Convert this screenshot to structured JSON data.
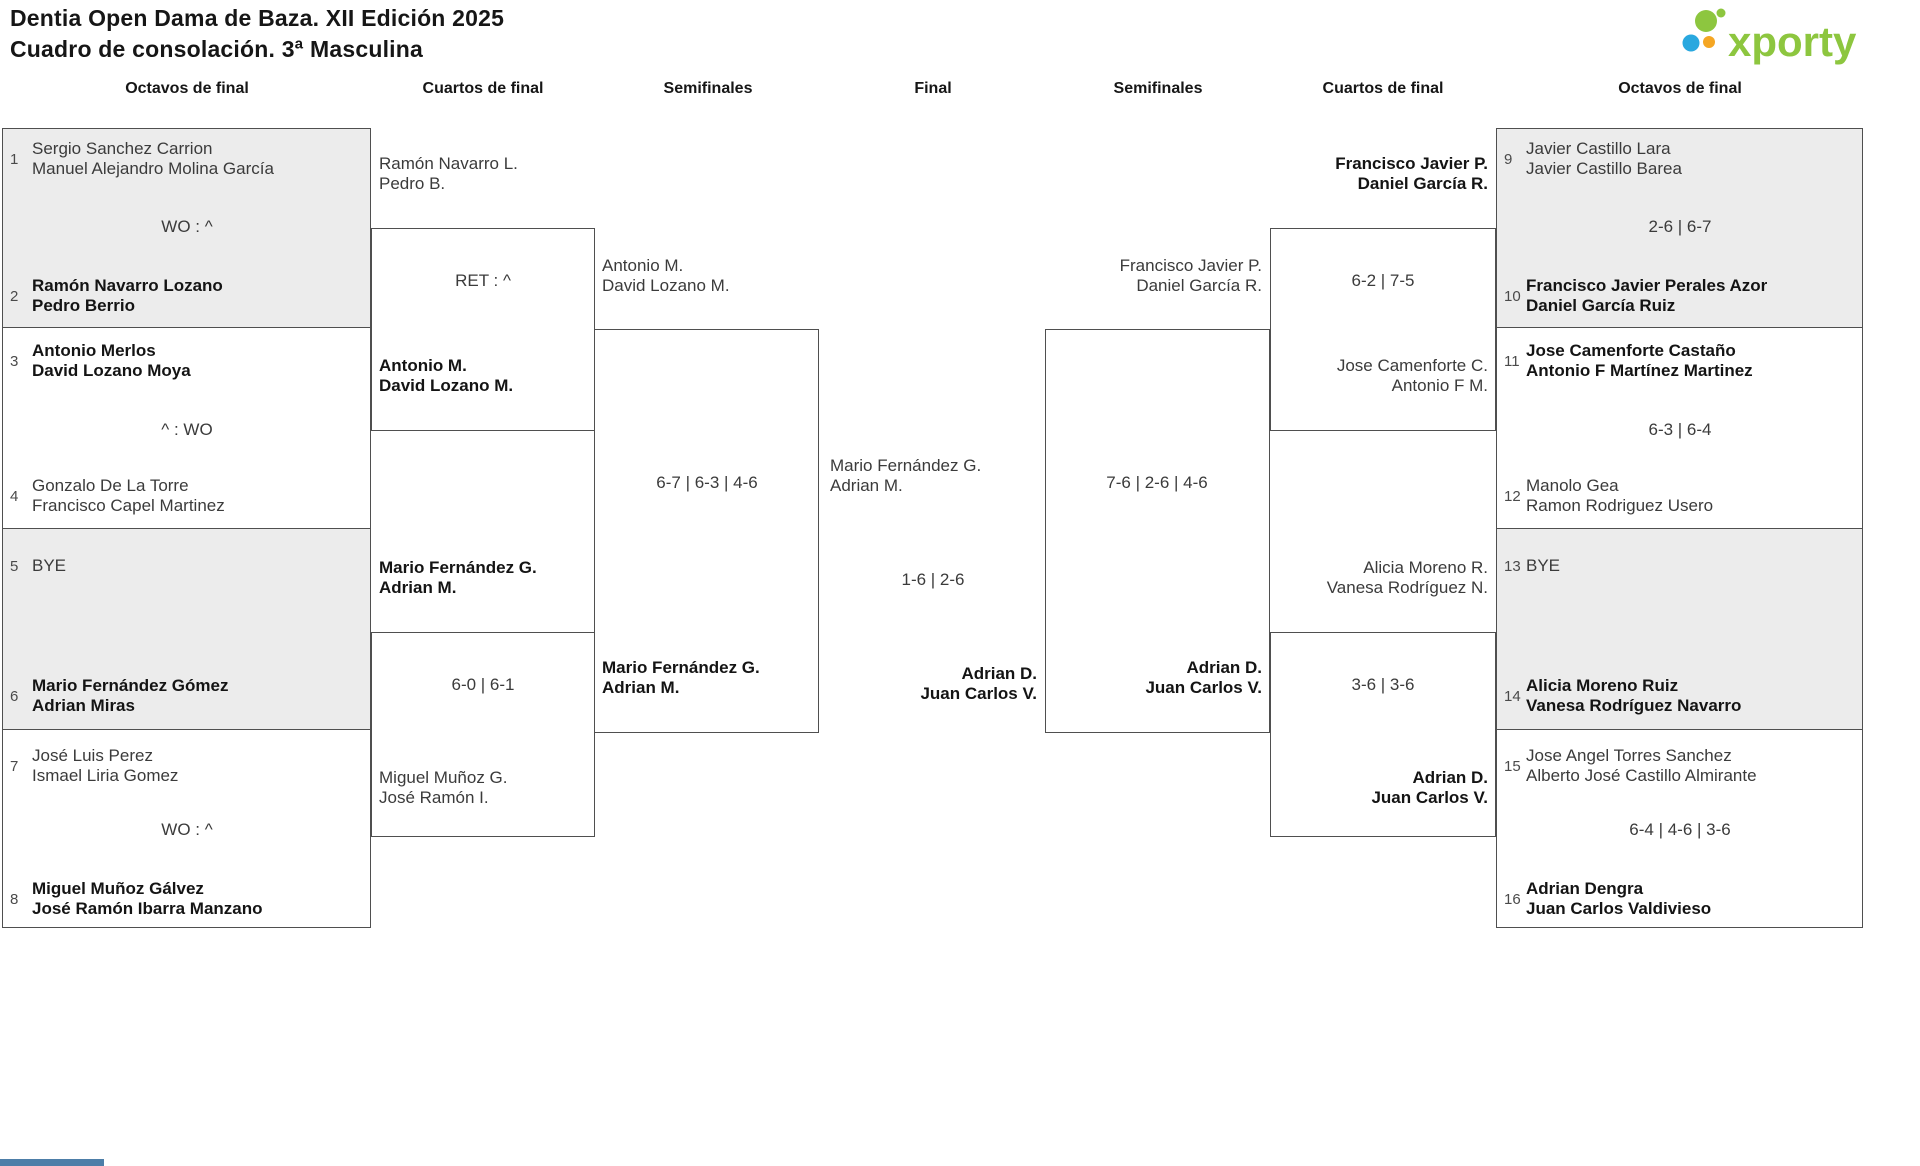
{
  "title": {
    "line1": "Dentia Open Dama de Baza. XII Edición 2025",
    "line2": "Cuadro de consolación. 3ª Masculina"
  },
  "logo": {
    "wordmark": "xporty"
  },
  "colors": {
    "logo_green": "#8dc63f",
    "logo_blue": "#29a8df",
    "logo_orange": "#f5a623",
    "box_gray": "#ececec",
    "border": "#4f4f4f",
    "scrollbar_blue": "#4d7ea8"
  },
  "round_headers": [
    "Octavos de final",
    "Cuartos de final",
    "Semifinales",
    "Final",
    "Semifinales",
    "Cuartos de final",
    "Octavos de final"
  ],
  "octavos_left": [
    {
      "score": "WO : ^",
      "t1": {
        "seed": "1",
        "l1": "Sergio Sanchez Carrion",
        "l2": "Manuel Alejandro Molina García"
      },
      "t2": {
        "seed": "2",
        "l1": "Ramón Navarro Lozano",
        "l2": "Pedro Berrio"
      }
    },
    {
      "score": "^ : WO",
      "t1": {
        "seed": "3",
        "l1": "Antonio Merlos",
        "l2": "David Lozano Moya"
      },
      "t2": {
        "seed": "4",
        "l1": "Gonzalo De La Torre",
        "l2": "Francisco Capel Martinez"
      }
    },
    {
      "score": "",
      "t1": {
        "seed": "5",
        "l1": "BYE",
        "l2": ""
      },
      "t2": {
        "seed": "6",
        "l1": "Mario Fernández Gómez",
        "l2": "Adrian Miras"
      }
    },
    {
      "score": "WO : ^",
      "t1": {
        "seed": "7",
        "l1": "José Luis Perez",
        "l2": "Ismael Liria Gomez"
      },
      "t2": {
        "seed": "8",
        "l1": "Miguel Muñoz Gálvez",
        "l2": "José Ramón Ibarra Manzano"
      }
    }
  ],
  "cuartos_left": [
    {
      "t1": {
        "l1": "Ramón Navarro L.",
        "l2": "Pedro B."
      },
      "score": "RET : ^",
      "t2": {
        "l1": "Antonio M.",
        "l2": "David Lozano M."
      }
    },
    {
      "t1": {
        "l1": "Mario Fernández G.",
        "l2": "Adrian M."
      },
      "score": "6-0 | 6-1",
      "t2": {
        "l1": "Miguel Muñoz G.",
        "l2": "José Ramón I."
      }
    }
  ],
  "semifinal_left": {
    "t1": {
      "l1": "Antonio M.",
      "l2": "David Lozano M."
    },
    "score": "6-7 | 6-3 | 4-6",
    "t2": {
      "l1": "Mario Fernández G.",
      "l2": "Adrian M."
    }
  },
  "final": {
    "t1": {
      "l1": "Mario Fernández G.",
      "l2": "Adrian M."
    },
    "score": "1-6 | 2-6",
    "t2": {
      "l1": "Adrian D.",
      "l2": "Juan Carlos V."
    }
  },
  "semifinal_right": {
    "t1": {
      "l1": "Francisco Javier P.",
      "l2": "Daniel García R."
    },
    "score": "7-6 | 2-6 | 4-6",
    "t2": {
      "l1": "Adrian D.",
      "l2": "Juan Carlos V."
    }
  },
  "cuartos_right": [
    {
      "t1": {
        "l1": "Francisco Javier P.",
        "l2": "Daniel García R."
      },
      "score": "6-2 | 7-5",
      "t2": {
        "l1": "Jose Camenforte C.",
        "l2": "Antonio F M."
      }
    },
    {
      "t1": {
        "l1": "Alicia Moreno R.",
        "l2": "Vanesa Rodríguez N."
      },
      "score": "3-6 | 3-6",
      "t2": {
        "l1": "Adrian D.",
        "l2": "Juan Carlos V."
      }
    }
  ],
  "octavos_right": [
    {
      "score": "2-6 | 6-7",
      "t1": {
        "seed": "9",
        "l1": "Javier Castillo Lara",
        "l2": "Javier Castillo Barea"
      },
      "t2": {
        "seed": "10",
        "l1": "Francisco Javier Perales Azor",
        "l2": "Daniel García Ruiz"
      }
    },
    {
      "score": "6-3 | 6-4",
      "t1": {
        "seed": "11",
        "l1": "Jose Camenforte Castaño",
        "l2": "Antonio F Martínez Martinez"
      },
      "t2": {
        "seed": "12",
        "l1": "Manolo Gea",
        "l2": "Ramon Rodriguez Usero"
      }
    },
    {
      "score": "",
      "t1": {
        "seed": "13",
        "l1": "BYE",
        "l2": ""
      },
      "t2": {
        "seed": "14",
        "l1": "Alicia Moreno Ruiz",
        "l2": "Vanesa Rodríguez Navarro"
      }
    },
    {
      "score": "6-4 | 4-6 | 3-6",
      "t1": {
        "seed": "15",
        "l1": "Jose Angel Torres Sanchez",
        "l2": "Alberto José Castillo Almirante"
      },
      "t2": {
        "seed": "16",
        "l1": "Adrian Dengra",
        "l2": "Juan Carlos Valdivieso"
      }
    }
  ]
}
